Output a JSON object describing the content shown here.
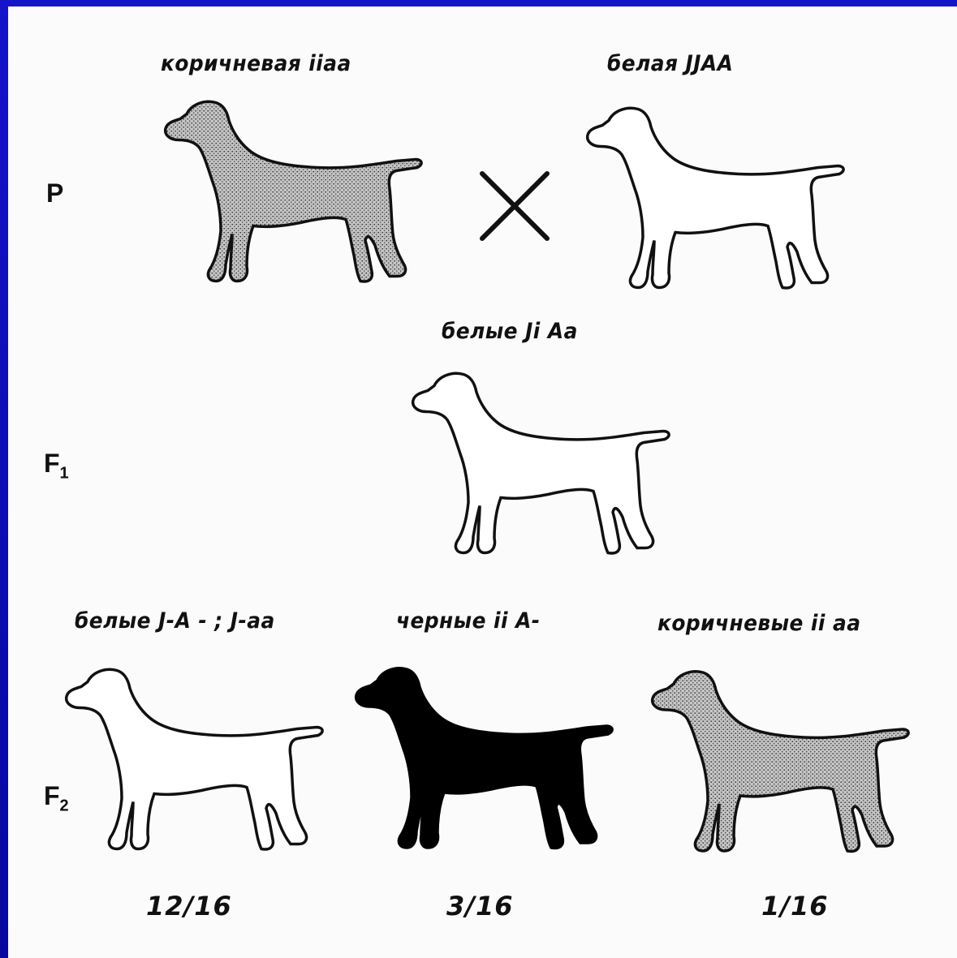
{
  "generations": {
    "p": "P",
    "f1_base": "F",
    "f1_sub": "1",
    "f2_base": "F",
    "f2_sub": "2"
  },
  "parents": {
    "left_label": "коричневая iiaa",
    "right_label": "белая JJAA"
  },
  "f1": {
    "label": "белые Ji Aa"
  },
  "f2": {
    "white_label": "белые J-A - ; J-aa",
    "black_label": "черные ii A-",
    "brown_label": "коричневые ii aa",
    "white_ratio": "12/16",
    "black_ratio": "3/16",
    "brown_ratio": "1/16"
  },
  "colors": {
    "frame": "#1010b8",
    "paper": "#fbfbfb",
    "outline": "#111111",
    "brown_fill": "stippled-gray",
    "black_fill": "#000000",
    "white_fill": "#ffffff"
  },
  "icons": {
    "cross": "cross-symbol-icon",
    "dog": "dog-silhouette-icon"
  }
}
